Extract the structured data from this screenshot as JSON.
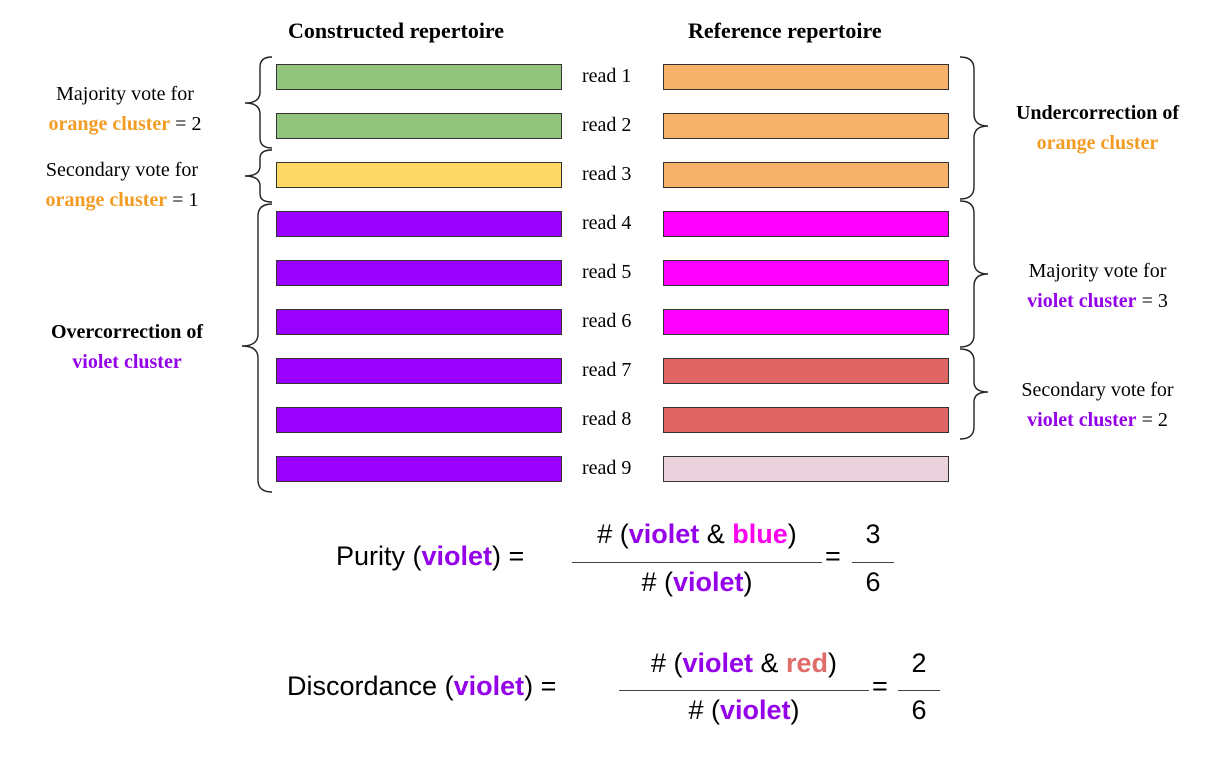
{
  "headers": {
    "constructed": "Constructed repertoire",
    "reference": "Reference repertoire"
  },
  "reads": [
    {
      "label": "read 1",
      "constructed_color": "#93c47d",
      "reference_color": "#f6b26b"
    },
    {
      "label": "read 2",
      "constructed_color": "#93c47d",
      "reference_color": "#f6b26b"
    },
    {
      "label": "read 3",
      "constructed_color": "#ffd966",
      "reference_color": "#f6b26b"
    },
    {
      "label": "read 4",
      "constructed_color": "#9900ff",
      "reference_color": "#ff00ff"
    },
    {
      "label": "read 5",
      "constructed_color": "#9900ff",
      "reference_color": "#ff00ff"
    },
    {
      "label": "read 6",
      "constructed_color": "#9900ff",
      "reference_color": "#ff00ff"
    },
    {
      "label": "read 7",
      "constructed_color": "#9900ff",
      "reference_color": "#e06666"
    },
    {
      "label": "read 8",
      "constructed_color": "#9900ff",
      "reference_color": "#e06666"
    },
    {
      "label": "read 9",
      "constructed_color": "#9900ff",
      "reference_color": "#ead1dc"
    }
  ],
  "left_notes": {
    "majority": {
      "line1": "Majority vote for",
      "cluster": "orange cluster",
      "suffix": " = 2"
    },
    "secondary": {
      "line1": "Secondary vote for",
      "cluster": "orange cluster",
      "suffix": " = 1"
    },
    "over": {
      "line1": "Overcorrection of",
      "cluster": "violet cluster"
    }
  },
  "right_notes": {
    "under": {
      "line1": "Undercorrection of",
      "cluster": "orange cluster"
    },
    "majority": {
      "line1": "Majority vote for",
      "cluster": "violet cluster",
      "suffix": " = 3"
    },
    "secondary": {
      "line1": "Secondary vote for",
      "cluster": "violet cluster",
      "suffix": " = 2"
    }
  },
  "purity": {
    "name": "Purity (",
    "name_color_word": "violet",
    "name_close": ") =",
    "num_open": "# (",
    "num_word1": "violet",
    "num_amp": " & ",
    "num_word2": "blue",
    "num_close": ")",
    "den_open": "# (",
    "den_word": "violet",
    "den_close": ")",
    "eq": "=",
    "value_num": "3",
    "value_den": "6"
  },
  "discordance": {
    "name": "Discordance (",
    "name_color_word": "violet",
    "name_close": ") =",
    "num_open": "# (",
    "num_word1": "violet",
    "num_amp": " & ",
    "num_word2": "red",
    "num_close": ")",
    "den_open": "# (",
    "den_word": "violet",
    "den_close": ")",
    "eq": "=",
    "value_num": "2",
    "value_den": "6"
  }
}
